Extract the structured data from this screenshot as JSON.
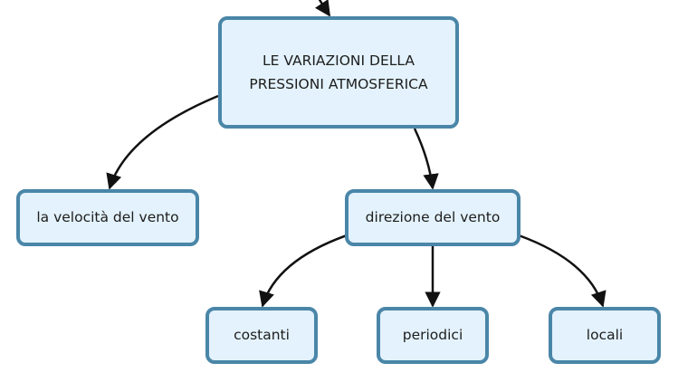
{
  "diagram": {
    "colors": {
      "node_fill": "#e3f2fc",
      "node_border": "#4a86a8",
      "edge": "#111111",
      "text": "#1d1d1d"
    },
    "nodes": [
      {
        "id": "main",
        "lines": [
          "LE VARIAZIONI DELLA",
          "PRESSIONI ATMOSFERICA"
        ]
      },
      {
        "id": "velocita",
        "label": "la velocità del vento"
      },
      {
        "id": "direzione",
        "label": "direzione del vento"
      },
      {
        "id": "costanti",
        "label": "costanti"
      },
      {
        "id": "periodici",
        "label": "periodici"
      },
      {
        "id": "locali",
        "label": "locali"
      }
    ],
    "edges": [
      {
        "from": "above",
        "to": "main"
      },
      {
        "from": "main",
        "to": "velocita"
      },
      {
        "from": "main",
        "to": "direzione"
      },
      {
        "from": "direzione",
        "to": "costanti"
      },
      {
        "from": "direzione",
        "to": "periodici"
      },
      {
        "from": "direzione",
        "to": "locali"
      }
    ]
  }
}
